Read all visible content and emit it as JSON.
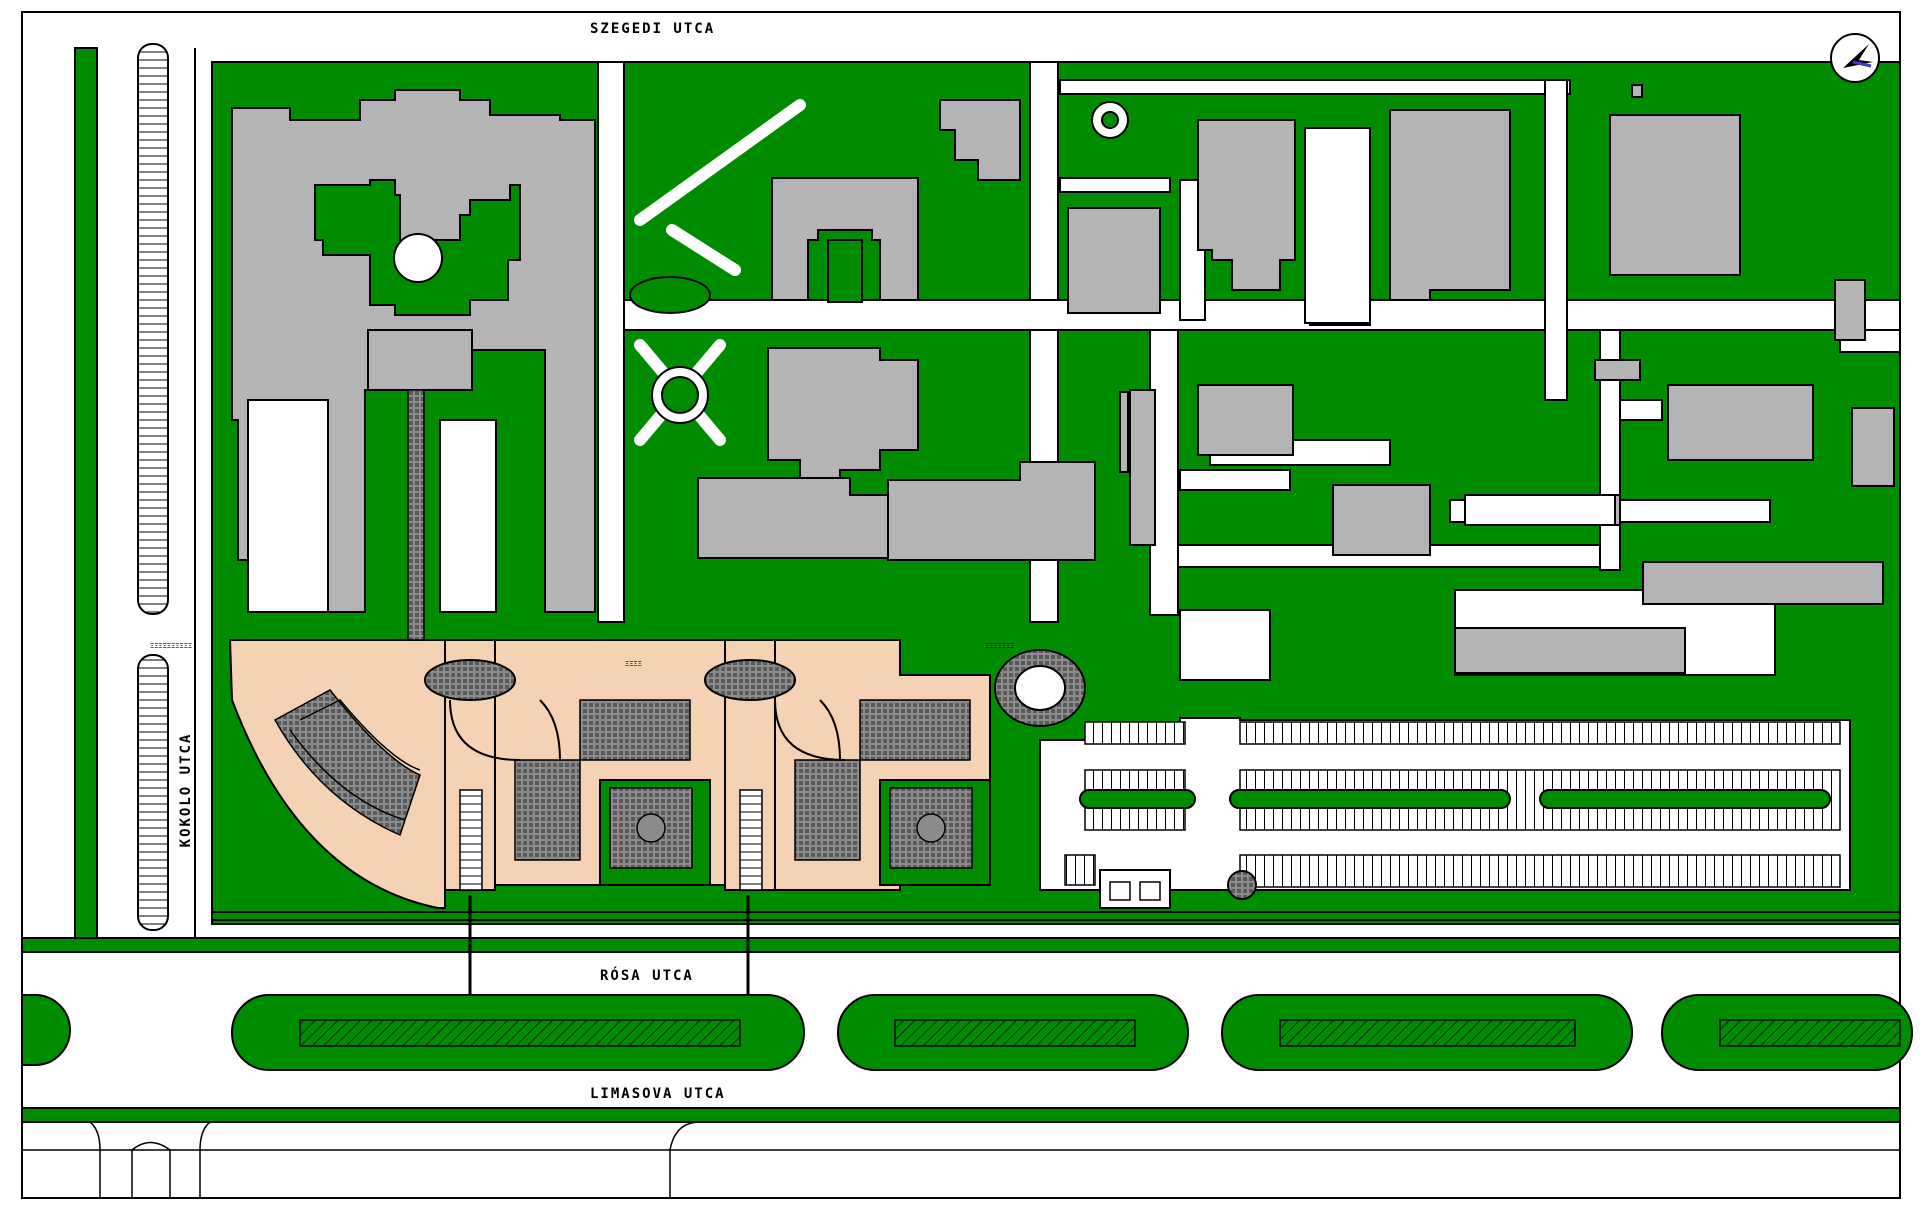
{
  "map": {
    "type": "site plan",
    "streets": {
      "top": "SZEGEDI UTCA",
      "left": "KOKOLO UTCA",
      "middle": "RÓSA UTCA",
      "bottom": "LIMASOVA UTCA"
    },
    "small_labels": {
      "entrance_left": "ΞΞΞΞΞΞΞΞΞΞ",
      "center_building": "ΞΞΞΞ",
      "stair_right": "ΞΞΞΞΞΞΞ"
    },
    "colors": {
      "green": "#008c00",
      "building": "#b4b4b4",
      "new_building": "#f5d2b4",
      "road": "#ffffff",
      "outline": "#000000"
    },
    "icons": [
      "north-arrow-icon"
    ]
  }
}
